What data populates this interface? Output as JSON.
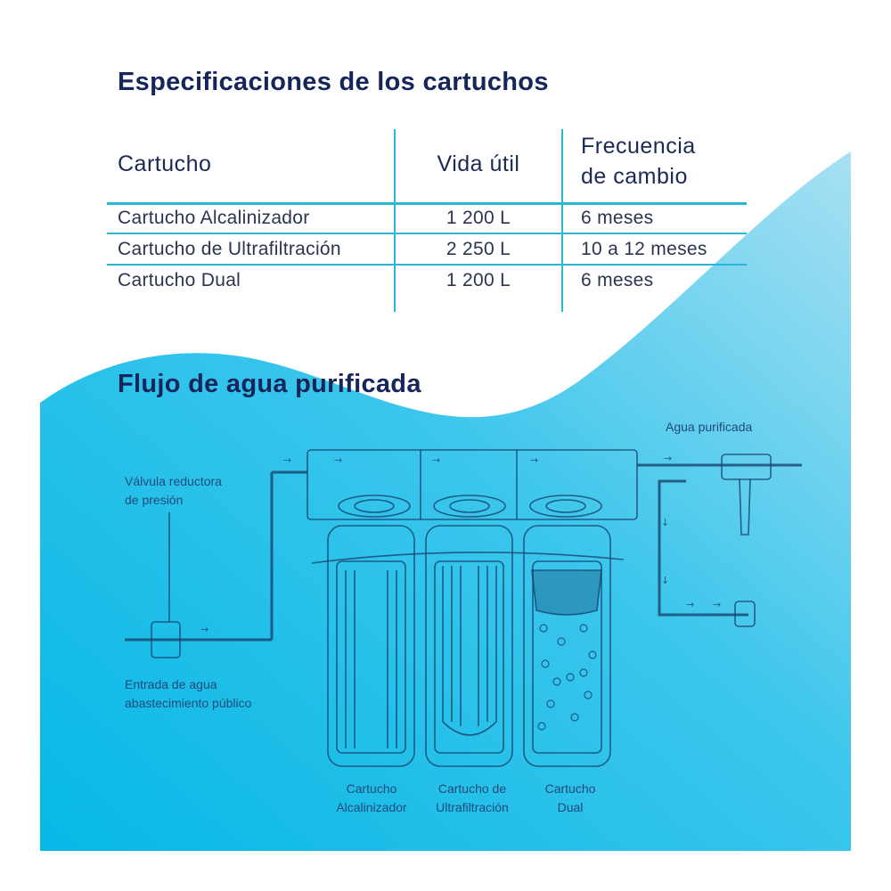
{
  "spec_section": {
    "title": "Especificaciones de los cartuchos",
    "headers": [
      "Cartucho",
      "Vida útil",
      "Frecuencia de cambio"
    ],
    "header_freq_line1": "Frecuencia",
    "header_freq_line2": "de cambio",
    "rows": [
      {
        "cartucho": "Cartucho Alcalinizador",
        "vida": "1 200 L",
        "frecuencia": "6 meses"
      },
      {
        "cartucho": "Cartucho de Ultrafiltración",
        "vida": "2 250 L",
        "frecuencia": "10 a 12 meses"
      },
      {
        "cartucho": "Cartucho Dual",
        "vida": "1 200 L",
        "frecuencia": "6 meses"
      }
    ]
  },
  "flow_section": {
    "title": "Flujo de agua purificada",
    "labels": {
      "valve_line1": "Válvula reductora",
      "valve_line2": "de presión",
      "inlet_line1": "Entrada de agua",
      "inlet_line2": "abastecimiento público",
      "outlet": "Agua purificada"
    },
    "cartridges": [
      {
        "line1": "Cartucho",
        "line2": "Alcalinizador"
      },
      {
        "line1": "Cartucho de",
        "line2": "Ultrafiltración"
      },
      {
        "line1": "Cartucho",
        "line2": "Dual"
      }
    ]
  },
  "colors": {
    "navy": "#16265a",
    "cyan": "#2bb6d6",
    "water_dark": "#0cbbe8",
    "water_light": "#9edcf1"
  }
}
